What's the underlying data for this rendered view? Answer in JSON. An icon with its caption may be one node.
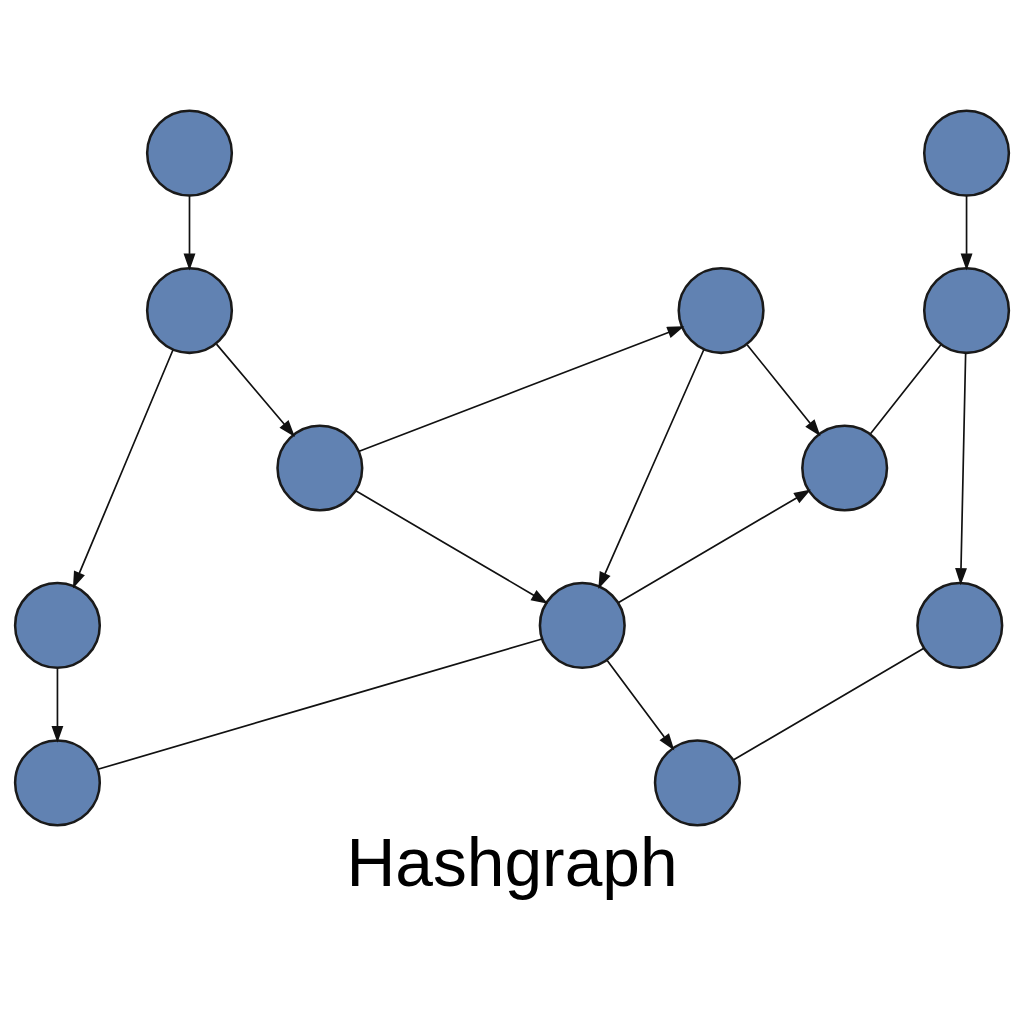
{
  "diagram": {
    "caption": "Hashgraph",
    "nodes": [
      {
        "text": [],
        "shape": "circle"
      },
      {
        "text": [],
        "shape": "circle"
      },
      {
        "text": [],
        "shape": "circle"
      },
      {
        "text": [],
        "shape": "circle"
      },
      {
        "text": [],
        "shape": "circle"
      },
      {
        "text": [],
        "shape": "circle"
      },
      {
        "text": [],
        "shape": "circle"
      },
      {
        "text": [],
        "shape": "circle"
      },
      {
        "text": [],
        "shape": "circle"
      },
      {
        "text": [],
        "shape": "circle"
      },
      {
        "text": [],
        "shape": "circle"
      },
      {
        "text": [],
        "shape": "circle"
      }
    ],
    "edges": [
      {
        "from": 0,
        "to": 2,
        "arrow": "to"
      },
      {
        "from": 1,
        "to": 4,
        "arrow": "to"
      },
      {
        "from": 2,
        "to": 5,
        "arrow": "to"
      },
      {
        "from": 2,
        "to": 7,
        "arrow": "to"
      },
      {
        "from": 5,
        "to": 3,
        "arrow": "to"
      },
      {
        "from": 5,
        "to": 8,
        "arrow": "to"
      },
      {
        "from": 3,
        "to": 8,
        "arrow": "to"
      },
      {
        "from": 3,
        "to": 6,
        "arrow": "to"
      },
      {
        "from": 4,
        "to": 6,
        "arrow": "none"
      },
      {
        "from": 4,
        "to": 9,
        "arrow": "to"
      },
      {
        "from": 8,
        "to": 6,
        "arrow": "to"
      },
      {
        "from": 7,
        "to": 10,
        "arrow": "to"
      },
      {
        "from": 10,
        "to": 8,
        "arrow": "none"
      },
      {
        "from": 8,
        "to": 11,
        "arrow": "to"
      },
      {
        "from": 9,
        "to": 11,
        "arrow": "none"
      }
    ]
  }
}
